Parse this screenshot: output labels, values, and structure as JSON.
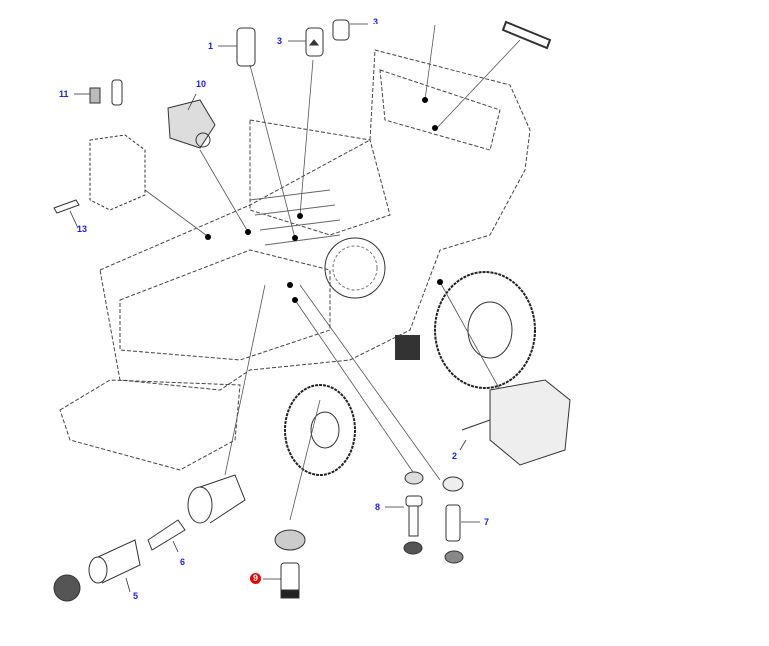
{
  "diagram": {
    "title": "Machine filter and component locations",
    "selected_callout": "9",
    "colors": {
      "callout": "#1a1aff",
      "selected": "#e00000",
      "line": "#555555"
    },
    "callouts": [
      {
        "id": "c1",
        "label": "1"
      },
      {
        "id": "c2",
        "label": "2"
      },
      {
        "id": "c3",
        "label": "3"
      },
      {
        "id": "c3b",
        "label": "3"
      },
      {
        "id": "c5",
        "label": "5"
      },
      {
        "id": "c6",
        "label": "6"
      },
      {
        "id": "c7",
        "label": "7"
      },
      {
        "id": "c8",
        "label": "8"
      },
      {
        "id": "c9",
        "label": "9"
      },
      {
        "id": "c10",
        "label": "10"
      },
      {
        "id": "c11",
        "label": "11"
      },
      {
        "id": "c13",
        "label": "13"
      }
    ]
  }
}
